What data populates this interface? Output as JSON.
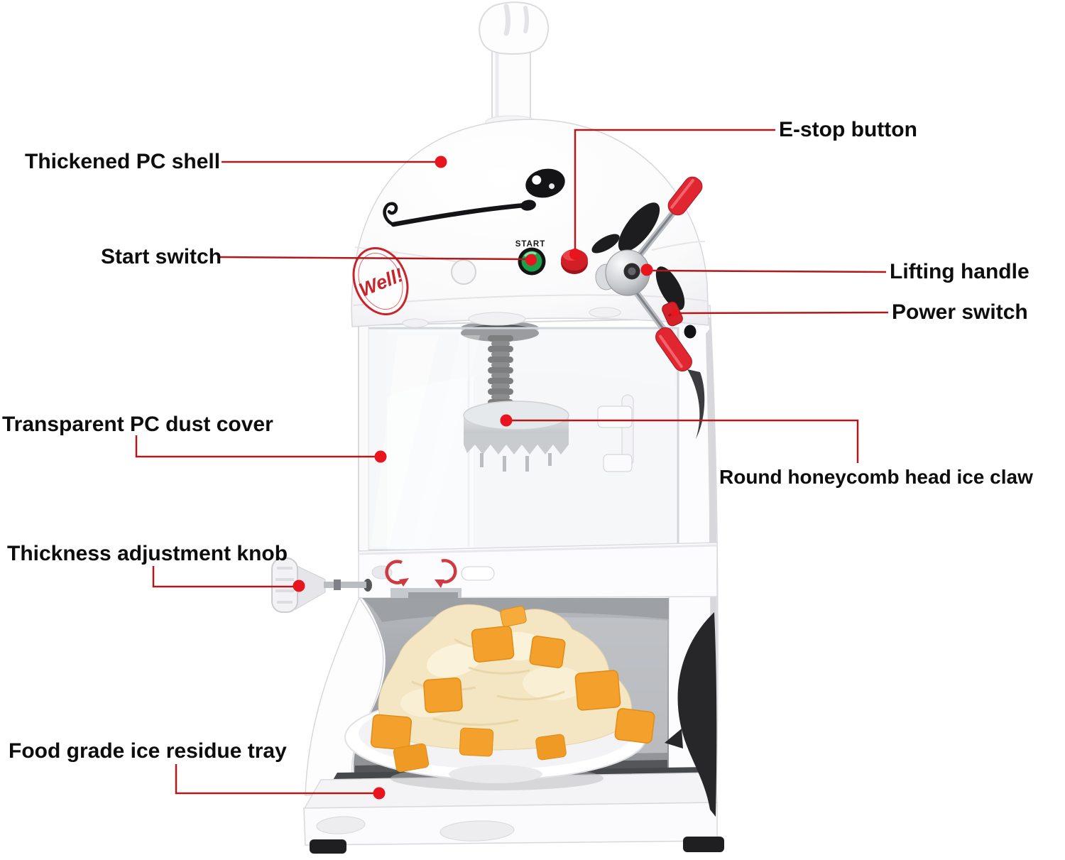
{
  "title": "Shaved ice machine annotated product diagram",
  "machine": {
    "logo_text": "Well!",
    "start_button_label": "START"
  },
  "colors": {
    "background": "#ffffff",
    "label_text": "#0d0d0d",
    "callout_line": "#b01a1a",
    "callout_dot": "#e8141e",
    "start_green": "#1ea04b",
    "estop_red": "#d21e26",
    "grip_red": "#e02630",
    "logo_red": "#c8242b",
    "mango_orange": "#f3a02c",
    "ice_cream": "#f4e6c2",
    "cow_spot_black": "#27272a"
  },
  "labels": [
    {
      "id": "thickened-pc-shell",
      "text": "Thickened PC shell"
    },
    {
      "id": "e-stop-button",
      "text": "E-stop button"
    },
    {
      "id": "start-switch",
      "text": "Start switch"
    },
    {
      "id": "lifting-handle",
      "text": "Lifting handle"
    },
    {
      "id": "power-switch",
      "text": "Power switch"
    },
    {
      "id": "transparent-pc-dust-cover",
      "text": "Transparent PC dust cover"
    },
    {
      "id": "round-honeycomb-head-ice-claw",
      "text": "Round honeycomb head ice claw"
    },
    {
      "id": "thickness-adjustment-knob",
      "text": "Thickness adjustment knob"
    },
    {
      "id": "food-grade-ice-residue-tray",
      "text": "Food grade ice residue tray"
    }
  ]
}
